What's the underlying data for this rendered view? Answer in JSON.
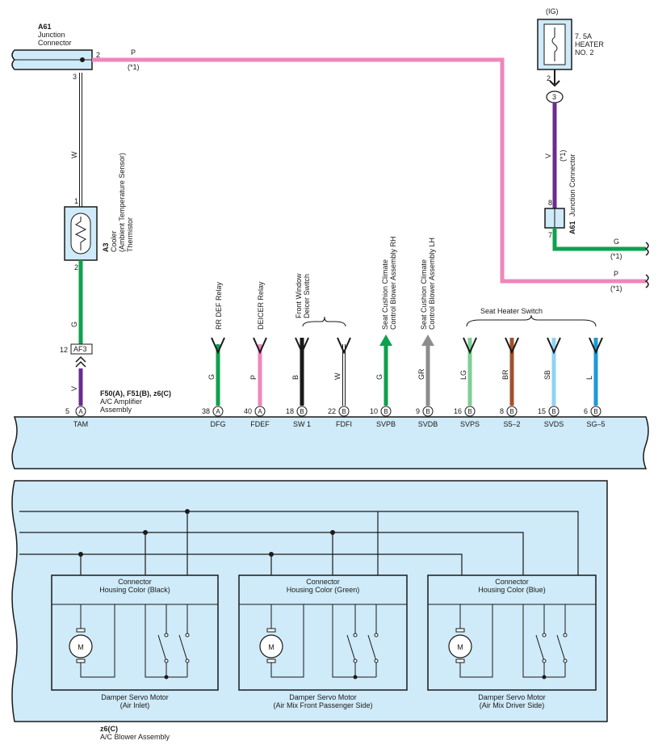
{
  "top_left": {
    "id": "A61",
    "name_l1": "Junction",
    "name_l2": "Connector",
    "pin_right": "2",
    "pin_down": "3",
    "wire_color_p": "P",
    "note_p": "(*1)"
  },
  "top_right": {
    "supply": "(IG)",
    "fuse_l1": "7. 5A",
    "fuse_l2": "HEATER",
    "fuse_l3": "NO. 2",
    "pin_top": "2",
    "pin_circle": "3",
    "wire_v": "V",
    "note_v": "(*1)",
    "jc_pin_top": "8",
    "jc_pin_bottom": "7",
    "jc_id": "A61",
    "jc_name": "Junction Connector",
    "wire_g": "G",
    "note_g": "(*1)",
    "wire_p": "P",
    "note_p": "(*1)"
  },
  "sensor": {
    "wire_w": "W",
    "pin_top": "1",
    "pin_bottom": "2",
    "id": "A3",
    "line1": "Cooler",
    "line2": "(Ambient Temperature Sensor)",
    "line3": "Thermistor",
    "wire_g": "G",
    "conn_pin": "12",
    "conn_id": "AF3",
    "wire_v": "V"
  },
  "amplifier": {
    "id_line": "F50(A), F51(B), z6(C)",
    "name_l1": "A/C Amplifier",
    "name_l2": "Assembly"
  },
  "labels": {
    "rr_def": "RR DEF Relay",
    "deicer": "DEICER Relay",
    "fw_l1": "Front Window",
    "fw_l2": "Deicer Switch",
    "sc_rh_l1": "Seat Cushion Climate",
    "sc_rh_l2": "Control Blower Assembly RH",
    "sc_lh_l1": "Seat Cushion Climate",
    "sc_lh_l2": "Control Blower Assembly LH",
    "seat_heater": "Seat Heater Switch"
  },
  "terminals": [
    {
      "pin": "5",
      "conn": "A",
      "name": "TAM",
      "wire": "V"
    },
    {
      "pin": "38",
      "conn": "A",
      "name": "DFG",
      "wire": "G"
    },
    {
      "pin": "40",
      "conn": "A",
      "name": "FDEF",
      "wire": "P"
    },
    {
      "pin": "18",
      "conn": "B",
      "name": "SW 1",
      "wire": "B"
    },
    {
      "pin": "22",
      "conn": "B",
      "name": "FDFI",
      "wire": "W"
    },
    {
      "pin": "10",
      "conn": "B",
      "name": "SVPB",
      "wire": "G"
    },
    {
      "pin": "9",
      "conn": "B",
      "name": "SVDB",
      "wire": "GR"
    },
    {
      "pin": "16",
      "conn": "B",
      "name": "SVPS",
      "wire": "LG"
    },
    {
      "pin": "8",
      "conn": "B",
      "name": "S5–2",
      "wire": "BR"
    },
    {
      "pin": "15",
      "conn": "B",
      "name": "SVDS",
      "wire": "SB"
    },
    {
      "pin": "6",
      "conn": "B",
      "name": "SG–5",
      "wire": "L"
    }
  ],
  "motors": [
    {
      "conn_l1": "Connector",
      "conn_l2": "Housing Color (Black)",
      "motor": "M",
      "name_l1": "Damper Servo Motor",
      "name_l2": "(Air Inlet)"
    },
    {
      "conn_l1": "Connector",
      "conn_l2": "Housing Color (Green)",
      "motor": "M",
      "name_l1": "Damper Servo Motor",
      "name_l2": "(Air Mix Front Passenger Side)"
    },
    {
      "conn_l1": "Connector",
      "conn_l2": "Housing Color (Blue)",
      "motor": "M",
      "name_l1": "Damper Servo Motor",
      "name_l2": "(Air Mix Driver Side)"
    }
  ],
  "blower": {
    "id": "z6(C)",
    "name": "A/C Blower Assembly"
  },
  "colors": {
    "fill_blue": "#cfeaf8",
    "wire_pink": "#ef86bc",
    "wire_green": "#0ea14e",
    "wire_purple": "#6a2c91",
    "wire_black": "#1a1a1a",
    "wire_white": "#ffffff",
    "wire_gray": "#8c8c8c",
    "wire_lightgreen": "#7fcf96",
    "wire_brown": "#a0522d",
    "wire_skyblue": "#8fd3f2",
    "wire_blue": "#1c9ad6"
  }
}
